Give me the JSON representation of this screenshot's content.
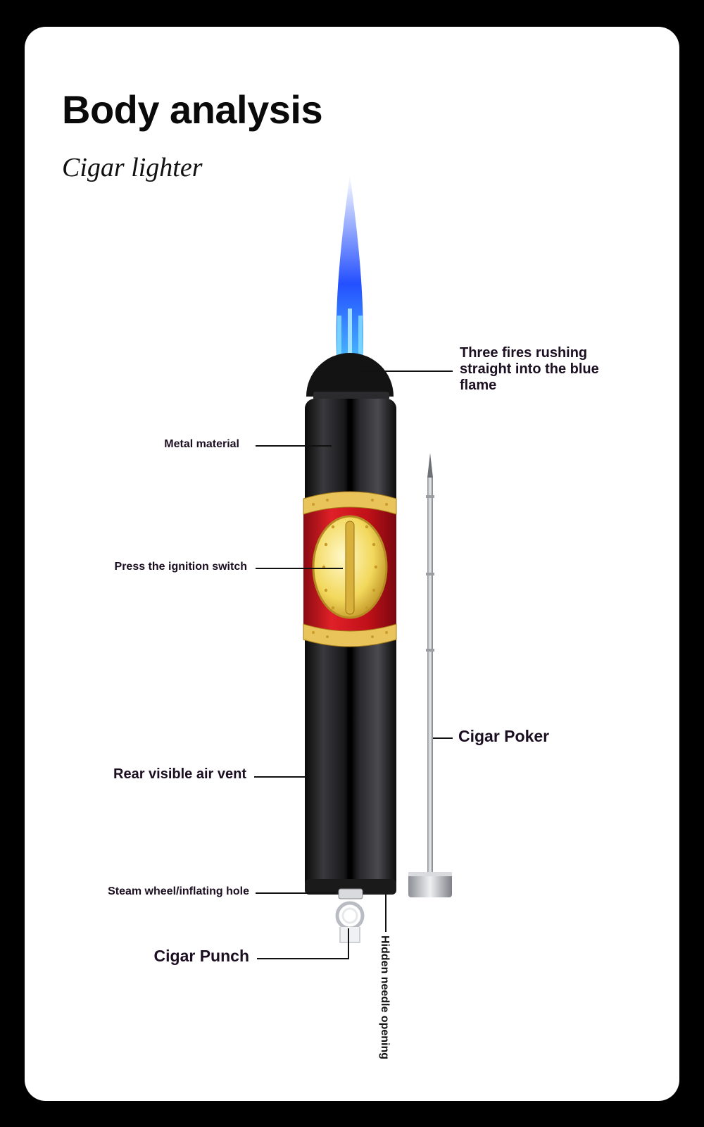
{
  "title": "Body analysis",
  "subtitle": "Cigar lighter",
  "labels": {
    "flame": "Three fires rushing straight into the blue flame",
    "metal": "Metal material",
    "ignition": "Press the ignition switch",
    "poker": "Cigar Poker",
    "vent": "Rear visible air vent",
    "wheel": "Steam wheel/inflating hole",
    "punch": "Cigar Punch",
    "needle": "Hidden needle opening"
  },
  "colors": {
    "flame": "#1e5bff",
    "body": "#111111",
    "band_red": "#d0141e",
    "band_gold": "#e6c24a",
    "steel": "#b9bcc2"
  }
}
